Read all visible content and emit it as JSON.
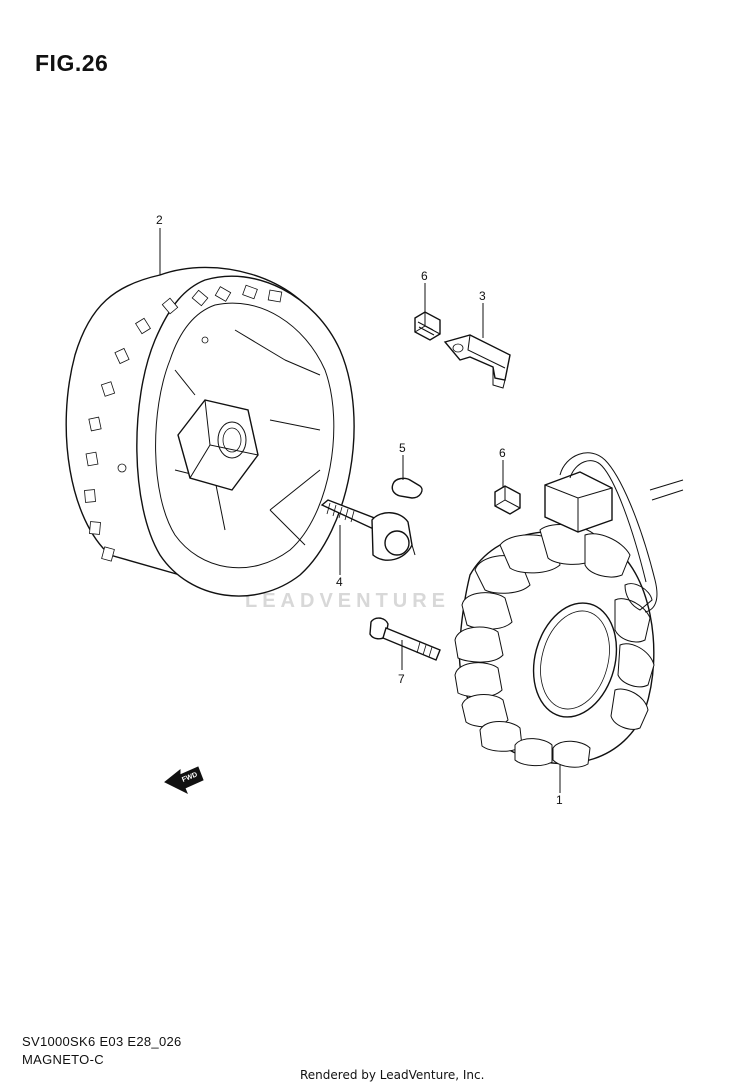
{
  "figure": {
    "title": "FIG.26",
    "watermark": "LEADVENTURE",
    "fwd_label": "FWD"
  },
  "callouts": [
    {
      "id": "1",
      "label": "1"
    },
    {
      "id": "2",
      "label": "2"
    },
    {
      "id": "3",
      "label": "3"
    },
    {
      "id": "4",
      "label": "4"
    },
    {
      "id": "5",
      "label": "5"
    },
    {
      "id": "6a",
      "label": "6"
    },
    {
      "id": "6b",
      "label": "6"
    },
    {
      "id": "7",
      "label": "7"
    }
  ],
  "footer": {
    "model_code": "SV1000SK6 E03 E28_026",
    "section_name": "MAGNETO-C",
    "credit": "Rendered by LeadVenture, Inc."
  }
}
